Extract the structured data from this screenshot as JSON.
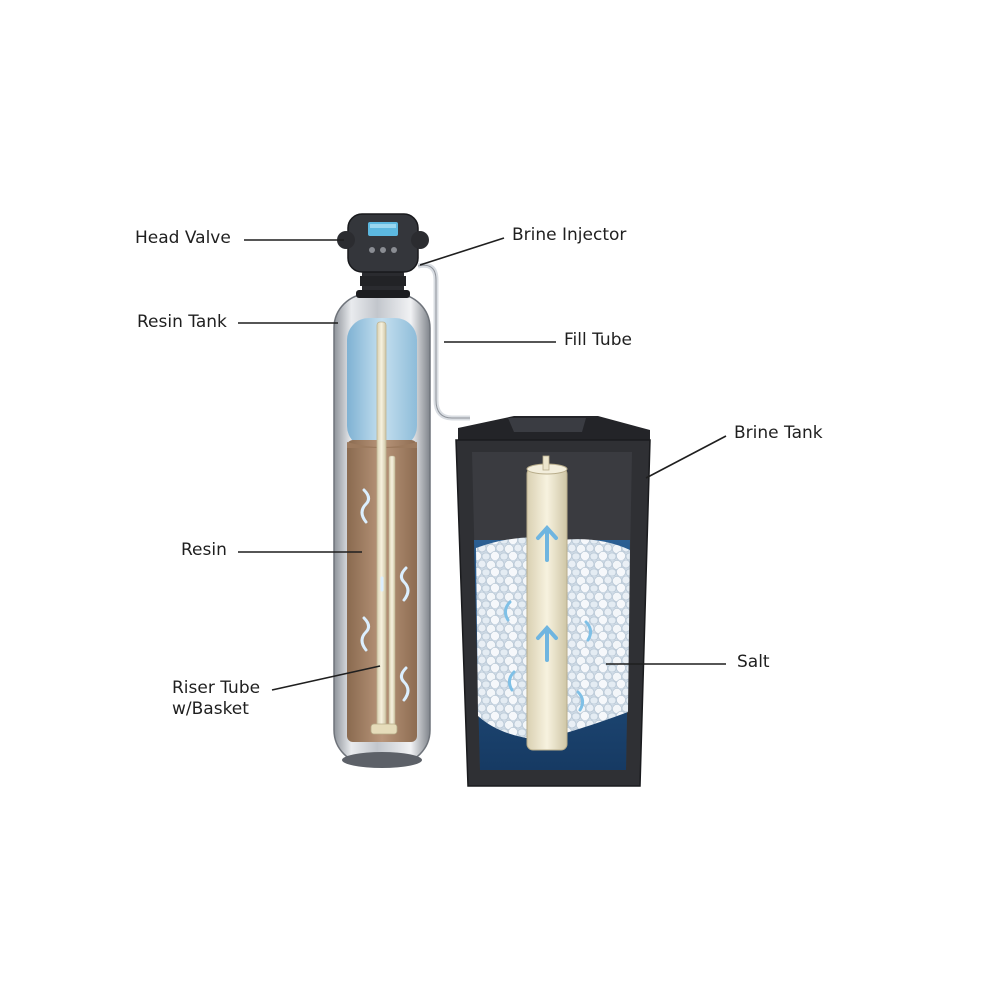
{
  "labels": {
    "head_valve": "Head Valve",
    "brine_injector": "Brine Injector",
    "resin_tank": "Resin Tank",
    "fill_tube": "Fill Tube",
    "brine_tank": "Brine Tank",
    "resin": "Resin",
    "riser_tube_line1": "Riser Tube",
    "riser_tube_line2": "w/Basket",
    "salt": "Salt"
  },
  "colors": {
    "background": "#ffffff",
    "steel": "#c9ccd1",
    "water": "#a9cfe6",
    "resin": "#a88567",
    "brine_tank": "#2b2c30",
    "brine_water": "#1e4a7a",
    "salt": "#e6edf4",
    "tube": "#efe8cf",
    "leader_line": "#1f1f1f"
  }
}
